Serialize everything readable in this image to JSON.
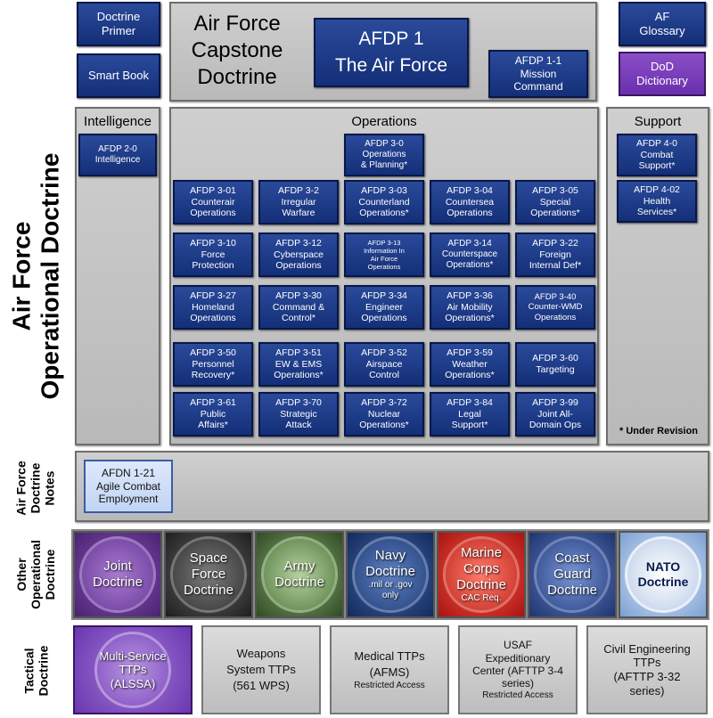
{
  "top": {
    "doctrine_primer": [
      "Doctrine",
      "Primer"
    ],
    "smart_book": "Smart Book",
    "capstone_title": [
      "Air Force",
      "Capstone",
      "Doctrine"
    ],
    "afdp1": [
      "AFDP 1",
      "The Air Force"
    ],
    "afdp11": [
      "AFDP 1-1",
      "Mission",
      "Command"
    ],
    "af_glossary": [
      "AF",
      "Glossary"
    ],
    "dod_dictionary": [
      "DoD",
      "Dictionary"
    ]
  },
  "operational": {
    "side_label": [
      "Air Force",
      "Operational Doctrine"
    ],
    "intelligence_header": "Intelligence",
    "intelligence_items": [
      [
        "AFDP 2-0",
        "Intelligence"
      ]
    ],
    "operations_header": "Operations",
    "operations_planning": [
      "AFDP 3-0",
      "Operations",
      "& Planning*"
    ],
    "operations_rows": [
      [
        [
          "AFDP 3-01",
          "Counterair",
          "Operations"
        ],
        [
          "AFDP 3-2",
          "Irregular",
          "Warfare"
        ],
        [
          "AFDP 3-03",
          "Counterland",
          "Operations*"
        ],
        [
          "AFDP 3-04",
          "Countersea",
          "Operations"
        ],
        [
          "AFDP 3-05",
          "Special",
          "Operations*"
        ]
      ],
      [
        [
          "AFDP 3-10",
          "Force",
          "Protection"
        ],
        [
          "AFDP 3-12",
          "Cyberspace",
          "Operations"
        ],
        [
          "AFDP 3-13",
          "Information In",
          "Air Force",
          "Operations"
        ],
        [
          "AFDP 3-14",
          "Counterspace",
          "Operations*"
        ],
        [
          "AFDP 3-22",
          "Foreign",
          "Internal Def*"
        ]
      ],
      [
        [
          "AFDP 3-27",
          "Homeland",
          "Operations"
        ],
        [
          "AFDP 3-30",
          "Command &",
          "Control*"
        ],
        [
          "AFDP 3-34",
          "Engineer",
          "Operations"
        ],
        [
          "AFDP 3-36",
          "Air Mobility",
          "Operations*"
        ],
        [
          "AFDP 3-40",
          "Counter-WMD",
          "Operations"
        ]
      ],
      [
        [
          "AFDP 3-50",
          "Personnel",
          "Recovery*"
        ],
        [
          "AFDP 3-51",
          "EW & EMS",
          "Operations*"
        ],
        [
          "AFDP 3-52",
          "Airspace",
          "Control"
        ],
        [
          "AFDP 3-59",
          "Weather",
          "Operations*"
        ],
        [
          "AFDP 3-60",
          "Targeting"
        ]
      ],
      [
        [
          "AFDP 3-61",
          "Public",
          "Affairs*"
        ],
        [
          "AFDP 3-70",
          "Strategic",
          "Attack"
        ],
        [
          "AFDP 3-72",
          "Nuclear",
          "Operations*"
        ],
        [
          "AFDP 3-84",
          "Legal",
          "Support*"
        ],
        [
          "AFDP 3-99",
          "Joint All-",
          "Domain Ops"
        ]
      ]
    ],
    "support_header": "Support",
    "support_items": [
      [
        "AFDP 4-0",
        "Combat",
        "Support*"
      ],
      [
        "AFDP 4-02",
        "Health",
        "Services*"
      ]
    ],
    "under_revision": "* Under Revision"
  },
  "notes": {
    "side_label": [
      "Air Force",
      "Doctrine",
      "Notes"
    ],
    "items": [
      [
        "AFDN 1-21",
        "Agile Combat",
        "Employment"
      ]
    ]
  },
  "other": {
    "side_label": [
      "Other",
      "Operational",
      "Doctrine"
    ],
    "items": [
      {
        "lines": [
          "Joint",
          "Doctrine"
        ],
        "sub": []
      },
      {
        "lines": [
          "Space",
          "Force",
          "Doctrine"
        ],
        "sub": []
      },
      {
        "lines": [
          "Army",
          "Doctrine"
        ],
        "sub": []
      },
      {
        "lines": [
          "Navy",
          "Doctrine"
        ],
        "sub": [
          ".mil or .gov",
          "only"
        ]
      },
      {
        "lines": [
          "Marine",
          "Corps",
          "Doctrine"
        ],
        "sub": [
          "CAC Req."
        ]
      },
      {
        "lines": [
          "Coast",
          "Guard",
          "Doctrine"
        ],
        "sub": []
      },
      {
        "lines": [
          "NATO",
          "Doctrine"
        ],
        "sub": []
      }
    ]
  },
  "tactical": {
    "side_label": [
      "Tactical",
      "Doctrine"
    ],
    "items": [
      {
        "lines": [
          "Multi-Service",
          "TTPs",
          "(ALSSA)"
        ],
        "sub": []
      },
      {
        "lines": [
          "Weapons",
          "System TTPs",
          "(561 WPS)"
        ],
        "sub": []
      },
      {
        "lines": [
          "Medical TTPs",
          "(AFMS)"
        ],
        "sub": [
          "Restricted Access"
        ]
      },
      {
        "lines": [
          "USAF",
          "Expeditionary",
          "Center (AFTTP 3-4",
          "series)"
        ],
        "sub": [
          "Restricted Access"
        ]
      },
      {
        "lines": [
          "Civil Engineering",
          "TTPs",
          "(AFTTP 3-32",
          "series)"
        ],
        "sub": []
      }
    ]
  },
  "colors": {
    "doctrine_blue": "#1b3a86",
    "purple": "#7b3fbf",
    "panel_grey": "#c4c4c4",
    "notes_blue": "#cfdcf6"
  }
}
